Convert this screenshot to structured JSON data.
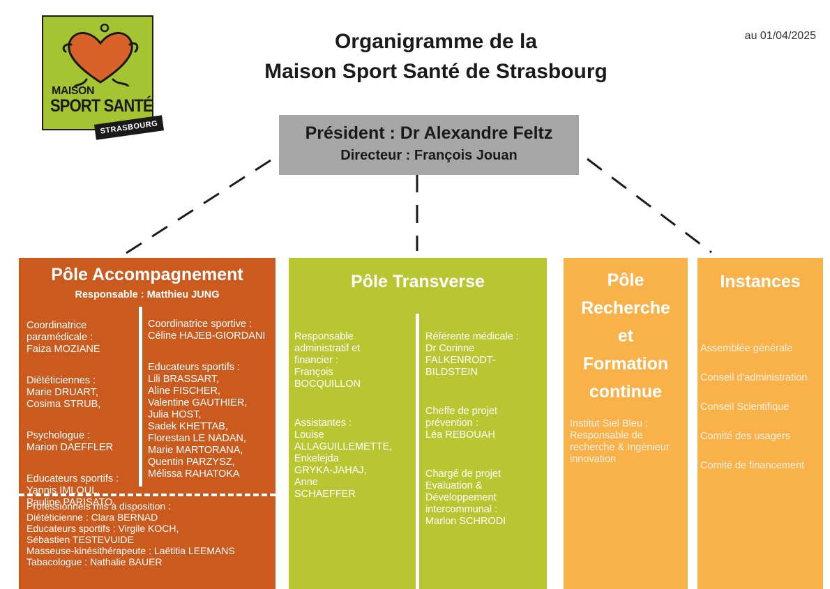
{
  "header": {
    "title_line1": "Organigramme de la",
    "title_line2": "Maison Sport Santé de Strasbourg",
    "date": "au 01/04/2025"
  },
  "logo": {
    "line1": "MAISON",
    "line2": "SPORT SANTÉ",
    "tag": "STRASBOURG",
    "icon": "running-heart-icon",
    "colors": {
      "background": "#a5c432",
      "heart": "#d9622b",
      "dark": "#1a1a1a"
    }
  },
  "top_box": {
    "president": "Président : Dr Alexandre Feltz",
    "director": "Directeur : François Jouan",
    "color": "#a6a6a6"
  },
  "poles": {
    "accompagnement": {
      "title": "Pôle Accompagnement",
      "color": "#cb5a1e",
      "responsable": "Responsable : Matthieu JUNG",
      "left": [
        "Coordinatrice\nparamédicale :\nFaiza MOZIANE",
        "Diététiciennes :\nMarie DRUART,\nCosima STRUB,",
        "Psychologue :\nMarion DAEFFLER",
        "Educateurs sportifs :\nYannis IMLOUL,\nPauline PARISATO"
      ],
      "right": [
        "Coordinatrice sportive :\nCéline HAJEB-GIORDANI",
        "Educateurs sportifs :\nLili BRASSART,\nAline FISCHER,\nValentine GAUTHIER,\nJulia HOST,\nSadek KHETTAB,\nFlorestan LE NADAN,\nMarie MARTORANA,\nQuentin PARZYSZ,\nMélissa RAHATOKA"
      ],
      "bottom": "Professionnels mis à disposition :\nDiététicienne : Clara BERNAD\nEducateurs sportifs : Virgile KOCH,\nSébastien TESTEVUIDE\nMasseuse-kinésithérapeute : Laëtitia LEEMANS\nTabacologue : Nathalie BAUER"
    },
    "transverse": {
      "title": "Pôle Transverse",
      "color": "#b7c631",
      "left": [
        "Responsable\nadministratif et\nfinancier :\nFrançois\nBOCQUILLON",
        "Assistantes :\nLouise\nALLAGUILLEMETTE,\nEnkelejda\nGRYKA-JAHAJ,\nAnne\nSCHAEFFER"
      ],
      "right": [
        "Référente médicale :\nDr Corinne\nFALKENRODT-\nBILDSTEIN",
        "Cheffe de projet\nprévention :\nLéa REBOUAH",
        "Chargé de projet\nEvaluation &\nDéveloppement\nintercommunal :\nMarlon SCHRODI"
      ]
    },
    "recherche": {
      "title": "Pôle\nRecherche\net\nFormation\ncontinue",
      "color": "#f9b24a",
      "text": "Institut Siel Bleu :\nResponsable de\nrecherche & Ingénieur\ninnovation"
    },
    "instances": {
      "title": "Instances",
      "color": "#f9b24a",
      "items": [
        "Assemblée générale",
        "Conseil d'administration",
        "Conseil Scientifique",
        "Comité des usagers",
        "Comité de financement"
      ]
    }
  }
}
